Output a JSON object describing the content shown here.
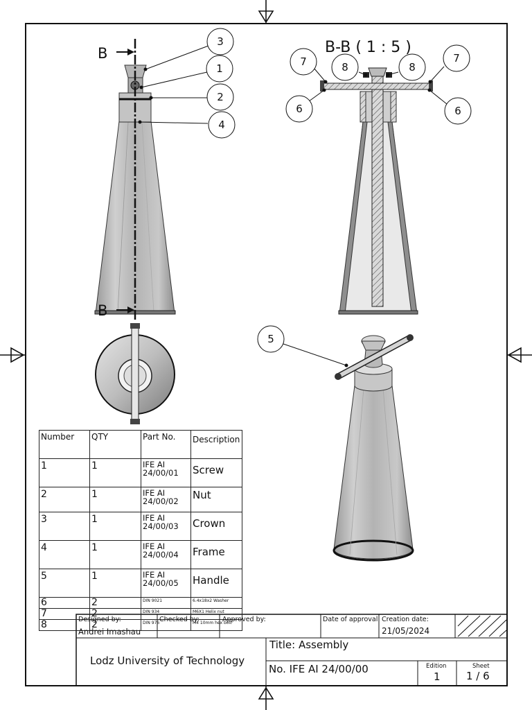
{
  "view_labels": {
    "section_cut": "B",
    "section_title": "B-B ( 1 : 5 )"
  },
  "balloons": {
    "front": [
      "3",
      "1",
      "2",
      "4"
    ],
    "section": [
      "7",
      "8",
      "8",
      "7",
      "6",
      "6"
    ],
    "iso": [
      "5"
    ]
  },
  "bom": {
    "headers": [
      "Number",
      "QTY",
      "Part No.",
      "Description"
    ],
    "rows": [
      {
        "number": "1",
        "qty": "1",
        "part_no": "IFE AI 24/00/01",
        "description": "Screw"
      },
      {
        "number": "2",
        "qty": "1",
        "part_no": "IFE AI 24/00/02",
        "description": "Nut"
      },
      {
        "number": "3",
        "qty": "1",
        "part_no": "IFE AI 24/00/03",
        "description": "Crown"
      },
      {
        "number": "4",
        "qty": "1",
        "part_no": "IFE AI 24/00/04",
        "description": "Frame"
      },
      {
        "number": "5",
        "qty": "1",
        "part_no": "IFE AI 24/00/05",
        "description": "Handle"
      },
      {
        "number": "6",
        "qty": "2",
        "part_no": "DIN 9021",
        "description": "6.4x18x2 Washer"
      },
      {
        "number": "7",
        "qty": "2",
        "part_no": "DIN 934",
        "description": "M6X1 Helix nut"
      },
      {
        "number": "8",
        "qty": "2",
        "part_no": "DIN 976",
        "description": "M4 10mm hex bolt"
      }
    ]
  },
  "title_block": {
    "designed_by_label": "Designed by:",
    "designed_by": "Andrei Imashau",
    "checked_by_label": "Checked by:",
    "approved_by_label": "Approved by:",
    "date_of_approval_label": "Date of approval:",
    "creation_date_label": "Creation date:",
    "creation_date": "21/05/2024",
    "organization": "Lodz University of Technology",
    "title": "Title: Assembly",
    "number": "No. IFE AI 24/00/00",
    "edition_label": "Edition",
    "edition": "1",
    "sheet_label": "Sheet",
    "sheet": "1 / 6"
  }
}
